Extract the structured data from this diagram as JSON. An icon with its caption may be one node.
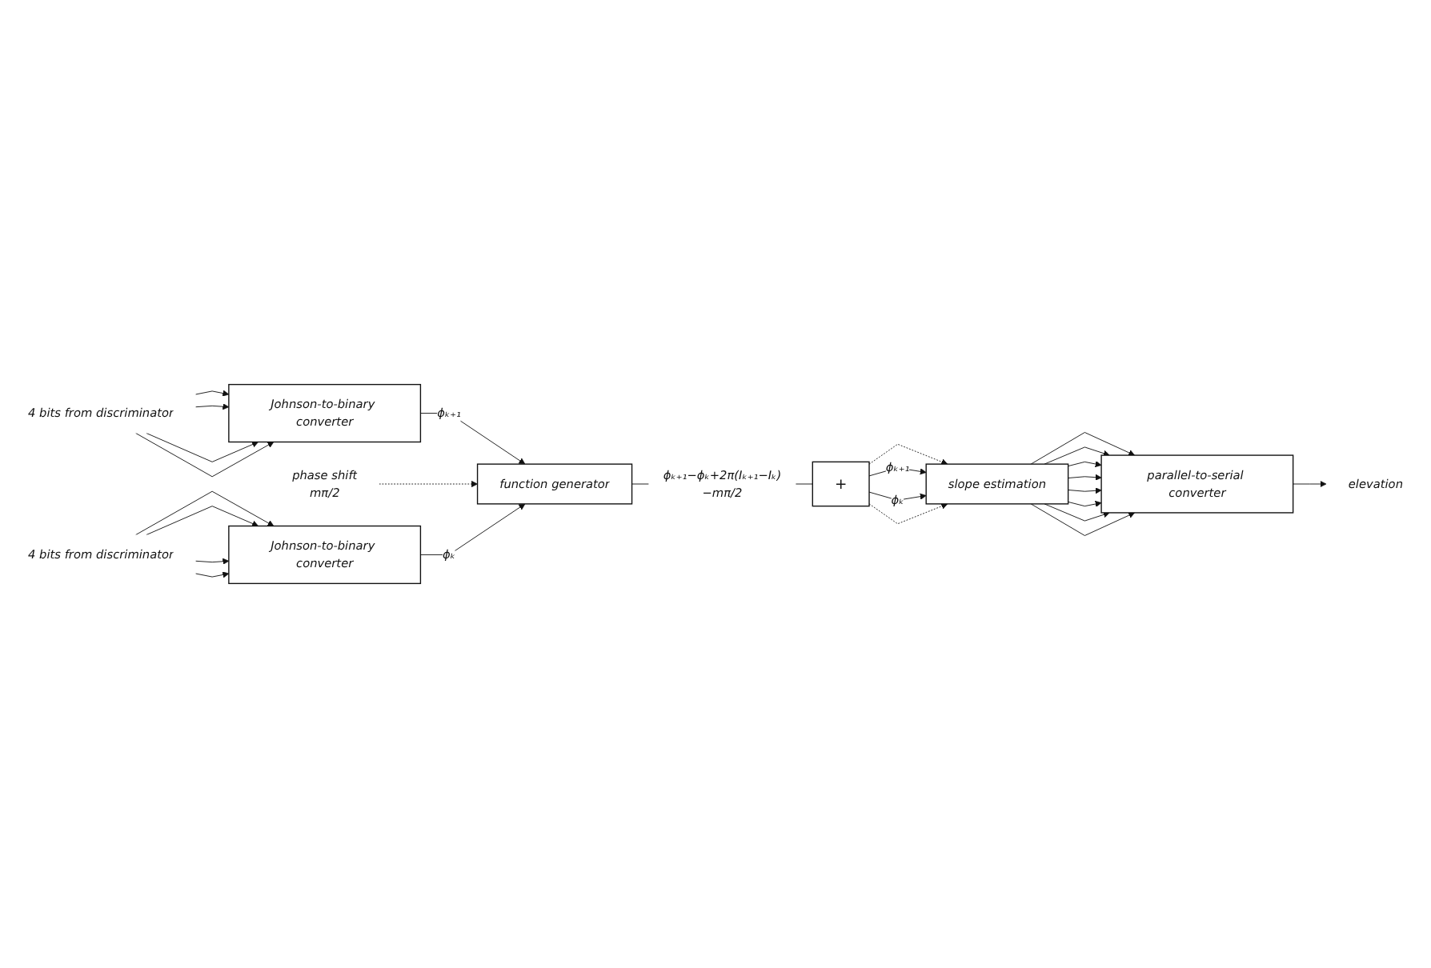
{
  "diagram": {
    "nodes": [
      {
        "text": [
          "4 bits from discriminator"
        ]
      },
      {
        "text": [
          "Johnson-to-binary converter"
        ]
      },
      {
        "text": [
          "phase shift",
          "mπ/2"
        ]
      },
      {
        "text": [
          "function generator"
        ]
      },
      {
        "text": [
          "4 bits from discriminator"
        ]
      },
      {
        "text": [
          "Johnson-to-binary converter"
        ]
      },
      {
        "text": [
          "+"
        ]
      },
      {
        "text": [
          "slope estimation"
        ]
      },
      {
        "text": [
          "parallel-to-serial converter"
        ]
      },
      {
        "text": [
          "elevation"
        ]
      }
    ],
    "edges": [
      {
        "from": 0,
        "to": 1,
        "arrow": "to"
      },
      {
        "from": 0,
        "to": 1,
        "arrow": "to"
      },
      {
        "from": 0,
        "to": 1,
        "arrow": "to"
      },
      {
        "from": 0,
        "to": 1,
        "arrow": "to"
      },
      {
        "from": 1,
        "to": 3,
        "arrow": "to",
        "label": "ϕₖ₊₁"
      },
      {
        "from": 2,
        "to": 3,
        "arrow": "to",
        "style": "dashed"
      },
      {
        "from": 5,
        "to": 3,
        "arrow": "to",
        "label": "ϕₖ"
      },
      {
        "from": 4,
        "to": 5,
        "arrow": "to"
      },
      {
        "from": 4,
        "to": 5,
        "arrow": "to"
      },
      {
        "from": 4,
        "to": 5,
        "arrow": "to"
      },
      {
        "from": 4,
        "to": 5,
        "arrow": "to"
      },
      {
        "from": 3,
        "to": 6,
        "arrow": "none",
        "label": "ϕₖ₊₁−ϕₖ+2π(Iₖ₊₁−Iₖ)−mπ/2"
      },
      {
        "from": 6,
        "to": 7,
        "arrow": "to",
        "style": "dashed"
      },
      {
        "from": 6,
        "to": 7,
        "arrow": "to",
        "label": "ϕₖ₊₁"
      },
      {
        "from": 6,
        "to": 7,
        "arrow": "to",
        "label": "ϕₖ"
      },
      {
        "from": 6,
        "to": 7,
        "arrow": "to",
        "style": "dashed"
      },
      {
        "from": 7,
        "to": 8,
        "arrow": "to"
      },
      {
        "from": 7,
        "to": 8,
        "arrow": "to"
      },
      {
        "from": 7,
        "to": 8,
        "arrow": "to"
      },
      {
        "from": 7,
        "to": 8,
        "arrow": "to"
      },
      {
        "from": 7,
        "to": 8,
        "arrow": "to"
      },
      {
        "from": 7,
        "to": 8,
        "arrow": "to"
      },
      {
        "from": 7,
        "to": 8,
        "arrow": "to"
      },
      {
        "from": 7,
        "to": 8,
        "arrow": "to"
      },
      {
        "from": 8,
        "to": 9,
        "arrow": "to"
      }
    ]
  }
}
